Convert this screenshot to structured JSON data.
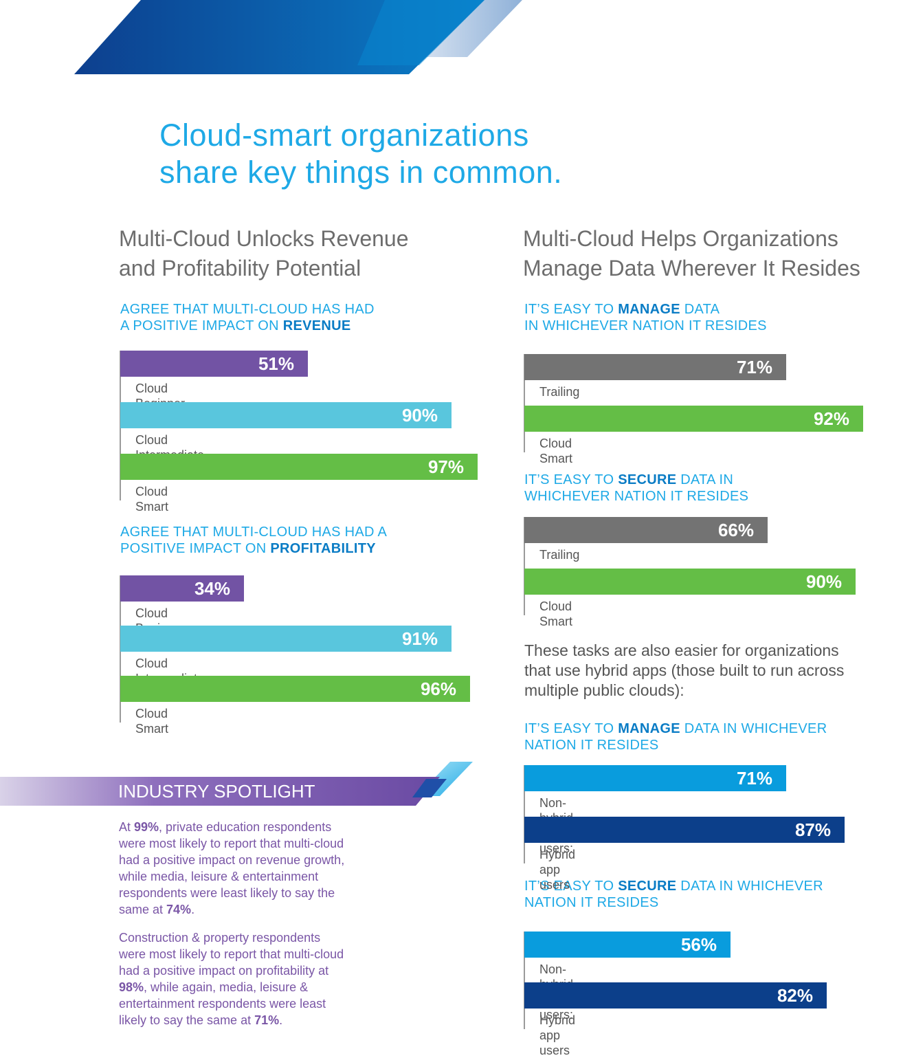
{
  "colors": {
    "title_blue": "#1ea9e6",
    "beginner": "#7253a4",
    "intermediate": "#59c6dd",
    "smart": "#64be46",
    "trailing": "#737373",
    "non_hybrid": "#099cdd",
    "hybrid": "#0c3f8a",
    "spotlight_purple": "#7a56a6"
  },
  "header": {
    "title_line1": "Cloud-smart organizations",
    "title_line2": "share key things in common."
  },
  "left_column": {
    "title_line1": "Multi-Cloud Unlocks Revenue",
    "title_line2": "and Profitability Potential"
  },
  "right_column": {
    "title_line1": "Multi-Cloud Helps Organizations",
    "title_line2": "Manage Data Wherever It Resides"
  },
  "chart_data": [
    {
      "id": "revenue",
      "type": "bar",
      "orientation": "horizontal",
      "subtitle_line1": "AGREE THAT MULTI-CLOUD HAS HAD",
      "subtitle_line2_pre": "A POSITIVE IMPACT ON ",
      "subtitle_line2_bold": "REVENUE",
      "bars": [
        {
          "label": "Cloud Beginner",
          "value": 51,
          "value_label": "51%",
          "color": "#7253a4"
        },
        {
          "label": "Cloud Intermediate",
          "value": 90,
          "value_label": "90%",
          "color": "#59c6dd"
        },
        {
          "label": "Cloud Smart",
          "value": 97,
          "value_label": "97%",
          "color": "#64be46"
        }
      ]
    },
    {
      "id": "profitability",
      "type": "bar",
      "orientation": "horizontal",
      "subtitle_line1": "AGREE THAT MULTI-CLOUD HAS HAD A",
      "subtitle_line2_pre": "POSITIVE IMPACT ON ",
      "subtitle_line2_bold": "PROFITABILITY",
      "bars": [
        {
          "label": "Cloud Beginner",
          "value": 34,
          "value_label": "34%",
          "color": "#7253a4"
        },
        {
          "label": "Cloud Intermediate",
          "value": 91,
          "value_label": "91%",
          "color": "#59c6dd"
        },
        {
          "label": "Cloud Smart",
          "value": 96,
          "value_label": "96%",
          "color": "#64be46"
        }
      ]
    },
    {
      "id": "manage_nation",
      "type": "bar",
      "orientation": "horizontal",
      "subtitle_line1_pre": "IT’S EASY TO ",
      "subtitle_line1_bold": "MANAGE",
      "subtitle_line1_post": " DATA",
      "subtitle_line2": "IN WHICHEVER NATION IT RESIDES",
      "bars": [
        {
          "label": "Trailing",
          "value": 71,
          "value_label": "71%",
          "color": "#737373"
        },
        {
          "label": "Cloud Smart",
          "value": 92,
          "value_label": "92%",
          "color": "#64be46"
        }
      ]
    },
    {
      "id": "secure_nation",
      "type": "bar",
      "orientation": "horizontal",
      "subtitle_line1_pre": "IT’S EASY TO ",
      "subtitle_line1_bold": "SECURE",
      "subtitle_line1_post": " DATA IN",
      "subtitle_line2": "WHICHEVER NATION IT RESIDES",
      "bars": [
        {
          "label": "Trailing",
          "value": 66,
          "value_label": "66%",
          "color": "#737373"
        },
        {
          "label": "Cloud Smart",
          "value": 90,
          "value_label": "90%",
          "color": "#64be46"
        }
      ]
    },
    {
      "id": "manage_hybrid",
      "type": "bar",
      "orientation": "horizontal",
      "subtitle_line1_pre": "IT’S EASY TO ",
      "subtitle_line1_bold": "MANAGE",
      "subtitle_line1_post": " DATA IN WHICHEVER",
      "subtitle_line2": "NATION IT RESIDES",
      "bars": [
        {
          "label": "Non-hybrid app users:",
          "value": 71,
          "value_label": "71%",
          "color": "#099cdd"
        },
        {
          "label": "Hybrid app users",
          "value": 87,
          "value_label": "87%",
          "color": "#0c3f8a"
        }
      ]
    },
    {
      "id": "secure_hybrid",
      "type": "bar",
      "orientation": "horizontal",
      "subtitle_line1_pre": "IT’S EASY TO ",
      "subtitle_line1_bold": "SECURE",
      "subtitle_line1_post": " DATA IN WHICHEVER",
      "subtitle_line2": "NATION IT RESIDES",
      "bars": [
        {
          "label": "Non-hybrid app users:",
          "value": 56,
          "value_label": "56%",
          "color": "#099cdd"
        },
        {
          "label": "Hybrid app users",
          "value": 82,
          "value_label": "82%",
          "color": "#0c3f8a"
        }
      ]
    }
  ],
  "hybrid_note": {
    "line1": "These tasks are also easier for organizations",
    "line2": "that use hybrid apps (those built to run across",
    "line3": "multiple public clouds):"
  },
  "spotlight": {
    "title": "INDUSTRY SPOTLIGHT",
    "p1": {
      "l1_a": "At ",
      "l1_b": "99%",
      "l1_c": ", private education respondents",
      "l2": "were most likely to report that multi-cloud",
      "l3": "had a positive impact on revenue growth,",
      "l4": "while media, leisure & entertainment",
      "l5": "respondents were least likely to say the",
      "l6_a": "same at ",
      "l6_b": "74%",
      "l6_c": "."
    },
    "p2": {
      "l1": "Construction & property respondents",
      "l2": "were most likely to report that multi-cloud",
      "l3": "had a positive impact on profitability at",
      "l4_a": "98%",
      "l4_b": ", while again, media, leisure &",
      "l5": "entertainment respondents were least",
      "l6_a": "likely to say the same at ",
      "l6_b": "71%",
      "l6_c": "."
    }
  }
}
